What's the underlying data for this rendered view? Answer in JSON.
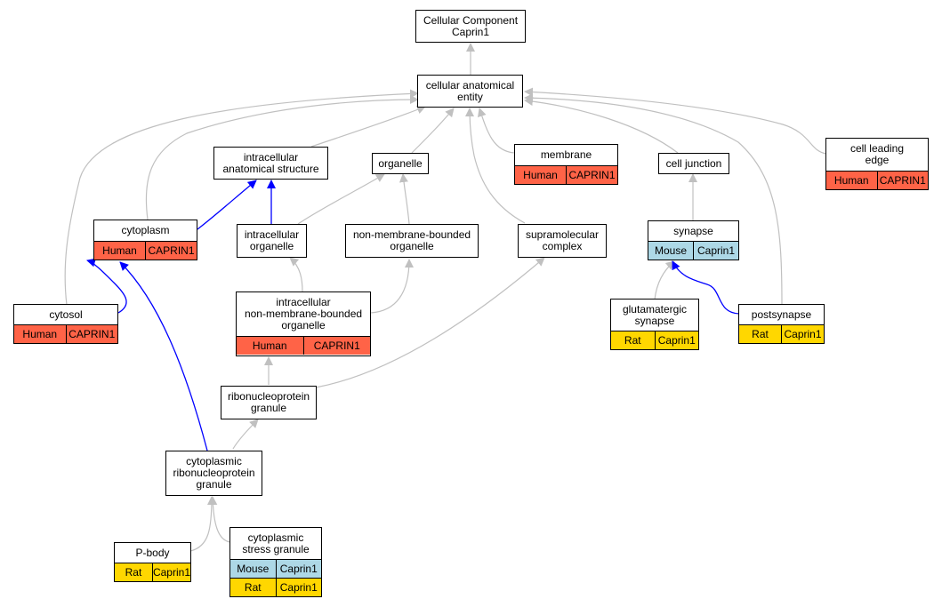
{
  "palette": {
    "Human": "#ff6347",
    "Mouse": "#add8e6",
    "Rat": "#ffd700",
    "edge_gray": "#c0c0c0",
    "edge_blue": "#0000ff"
  },
  "nodes": {
    "cc_root": {
      "lines": [
        "Cellular Component",
        "Caprin1"
      ],
      "rows": []
    },
    "cae": {
      "lines": [
        "cellular anatomical",
        "entity"
      ],
      "rows": []
    },
    "ias": {
      "lines": [
        "intracellular",
        "anatomical structure"
      ],
      "rows": []
    },
    "organelle": {
      "lines": [
        "organelle"
      ],
      "rows": []
    },
    "membrane": {
      "lines": [
        "membrane"
      ],
      "rows": [
        {
          "species": "Human",
          "gene": "CAPRIN1"
        }
      ]
    },
    "cell_junction": {
      "lines": [
        "cell junction"
      ],
      "rows": []
    },
    "cell_leading_edge": {
      "lines": [
        "cell leading",
        "edge"
      ],
      "rows": [
        {
          "species": "Human",
          "gene": "CAPRIN1"
        }
      ]
    },
    "cytoplasm": {
      "lines": [
        "cytoplasm"
      ],
      "rows": [
        {
          "species": "Human",
          "gene": "CAPRIN1"
        }
      ]
    },
    "intracellular_organelle": {
      "lines": [
        "intracellular",
        "organelle"
      ],
      "rows": []
    },
    "nmbo": {
      "lines": [
        "non-membrane-bounded",
        "organelle"
      ],
      "rows": []
    },
    "supramolecular": {
      "lines": [
        "supramolecular",
        "complex"
      ],
      "rows": []
    },
    "synapse": {
      "lines": [
        "synapse"
      ],
      "rows": [
        {
          "species": "Mouse",
          "gene": "Caprin1"
        }
      ]
    },
    "cytosol": {
      "lines": [
        "cytosol"
      ],
      "rows": [
        {
          "species": "Human",
          "gene": "CAPRIN1"
        }
      ]
    },
    "inmbo": {
      "lines": [
        "intracellular",
        "non-membrane-bounded",
        "organelle"
      ],
      "rows": [
        {
          "species": "Human",
          "gene": "CAPRIN1"
        }
      ]
    },
    "glutamatergic": {
      "lines": [
        "glutamatergic",
        "synapse"
      ],
      "rows": [
        {
          "species": "Rat",
          "gene": "Caprin1"
        }
      ]
    },
    "postsynapse": {
      "lines": [
        "postsynapse"
      ],
      "rows": [
        {
          "species": "Rat",
          "gene": "Caprin1"
        }
      ]
    },
    "rnp_granule": {
      "lines": [
        "ribonucleoprotein",
        "granule"
      ],
      "rows": []
    },
    "crnp_granule": {
      "lines": [
        "cytoplasmic",
        "ribonucleoprotein",
        "granule"
      ],
      "rows": []
    },
    "pbody": {
      "lines": [
        "P-body"
      ],
      "rows": [
        {
          "species": "Rat",
          "gene": "Caprin1"
        }
      ]
    },
    "stress_granule": {
      "lines": [
        "cytoplasmic",
        "stress granule"
      ],
      "rows": [
        {
          "species": "Mouse",
          "gene": "Caprin1"
        },
        {
          "species": "Rat",
          "gene": "Caprin1"
        }
      ]
    }
  }
}
